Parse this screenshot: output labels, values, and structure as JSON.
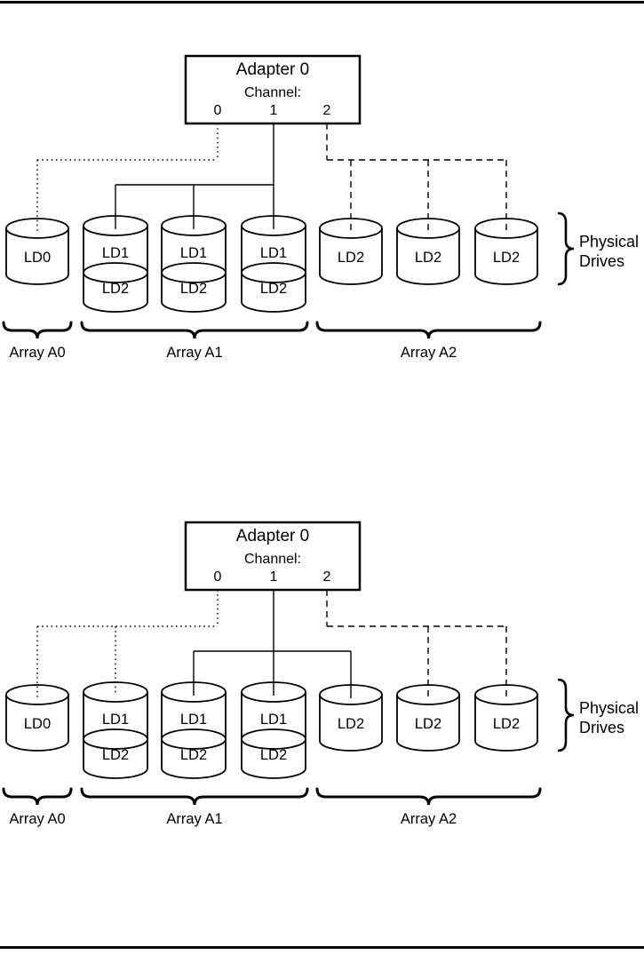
{
  "page": {
    "background": "#ffffff",
    "line_color": "#000000",
    "has_top_rule": true,
    "has_bottom_rule": true
  },
  "diagrams": [
    {
      "adapter": {
        "title": "Adapter 0",
        "subtitle": "Channel:",
        "channels": [
          "0",
          "1",
          "2"
        ]
      },
      "connections": [
        {
          "channel": 0,
          "style": "dotted",
          "drives": [
            0
          ]
        },
        {
          "channel": 1,
          "style": "solid",
          "drives": [
            1,
            2,
            3
          ]
        },
        {
          "channel": 2,
          "style": "dashed",
          "drives": [
            4,
            5,
            6
          ]
        }
      ],
      "drives": [
        {
          "type": "single",
          "labels": [
            "LD0"
          ]
        },
        {
          "type": "double",
          "labels": [
            "LD1",
            "LD2"
          ]
        },
        {
          "type": "double",
          "labels": [
            "LD1",
            "LD2"
          ]
        },
        {
          "type": "double",
          "labels": [
            "LD1",
            "LD2"
          ]
        },
        {
          "type": "single",
          "labels": [
            "LD2"
          ]
        },
        {
          "type": "single",
          "labels": [
            "LD2"
          ]
        },
        {
          "type": "single",
          "labels": [
            "LD2"
          ]
        }
      ],
      "arrays": [
        {
          "label": "Array A0",
          "first": 0,
          "last": 0
        },
        {
          "label": "Array A1",
          "first": 1,
          "last": 3
        },
        {
          "label": "Array A2",
          "first": 4,
          "last": 6
        }
      ],
      "brace_label": [
        "Physical",
        "Drives"
      ]
    },
    {
      "adapter": {
        "title": "Adapter 0",
        "subtitle": "Channel:",
        "channels": [
          "0",
          "1",
          "2"
        ]
      },
      "connections": [
        {
          "channel": 0,
          "style": "dotted",
          "drives": [
            0,
            1
          ]
        },
        {
          "channel": 1,
          "style": "solid",
          "drives": [
            2,
            3,
            4
          ]
        },
        {
          "channel": 2,
          "style": "dashed",
          "drives": [
            5,
            6
          ]
        }
      ],
      "drives": [
        {
          "type": "single",
          "labels": [
            "LD0"
          ]
        },
        {
          "type": "double",
          "labels": [
            "LD1",
            "LD2"
          ]
        },
        {
          "type": "double",
          "labels": [
            "LD1",
            "LD2"
          ]
        },
        {
          "type": "double",
          "labels": [
            "LD1",
            "LD2"
          ]
        },
        {
          "type": "single",
          "labels": [
            "LD2"
          ]
        },
        {
          "type": "single",
          "labels": [
            "LD2"
          ]
        },
        {
          "type": "single",
          "labels": [
            "LD2"
          ]
        }
      ],
      "arrays": [
        {
          "label": "Array A0",
          "first": 0,
          "last": 0
        },
        {
          "label": "Array A1",
          "first": 1,
          "last": 3
        },
        {
          "label": "Array A2",
          "first": 4,
          "last": 6
        }
      ],
      "brace_label": [
        "Physical",
        "Drives"
      ]
    }
  ]
}
